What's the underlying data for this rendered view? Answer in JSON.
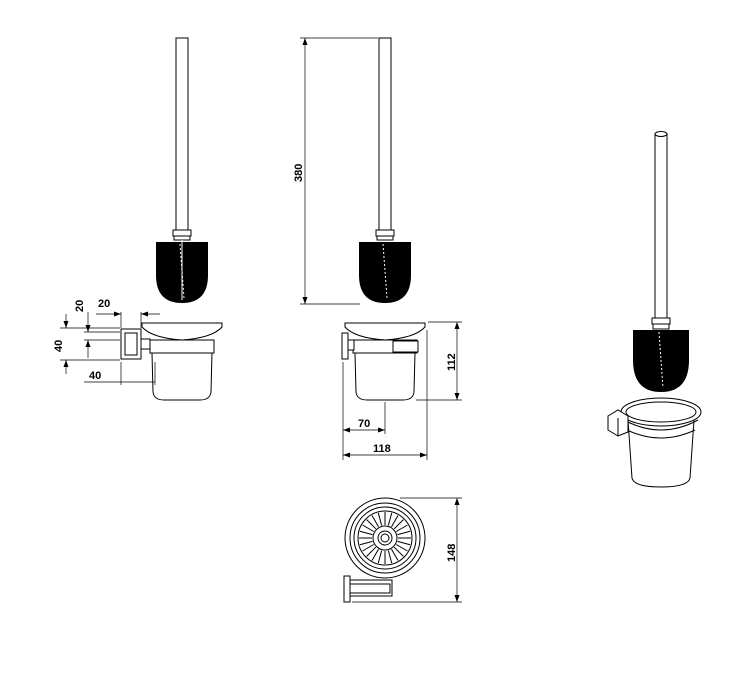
{
  "dimensions": {
    "front_bracket_width": "20",
    "front_bracket_height": "20",
    "front_bracket_offset": "40",
    "front_side_height": "40",
    "side_total_height": "380",
    "side_cup_height": "112",
    "side_wall_to_center": "70",
    "side_total_depth": "118",
    "top_diameter": "148"
  }
}
